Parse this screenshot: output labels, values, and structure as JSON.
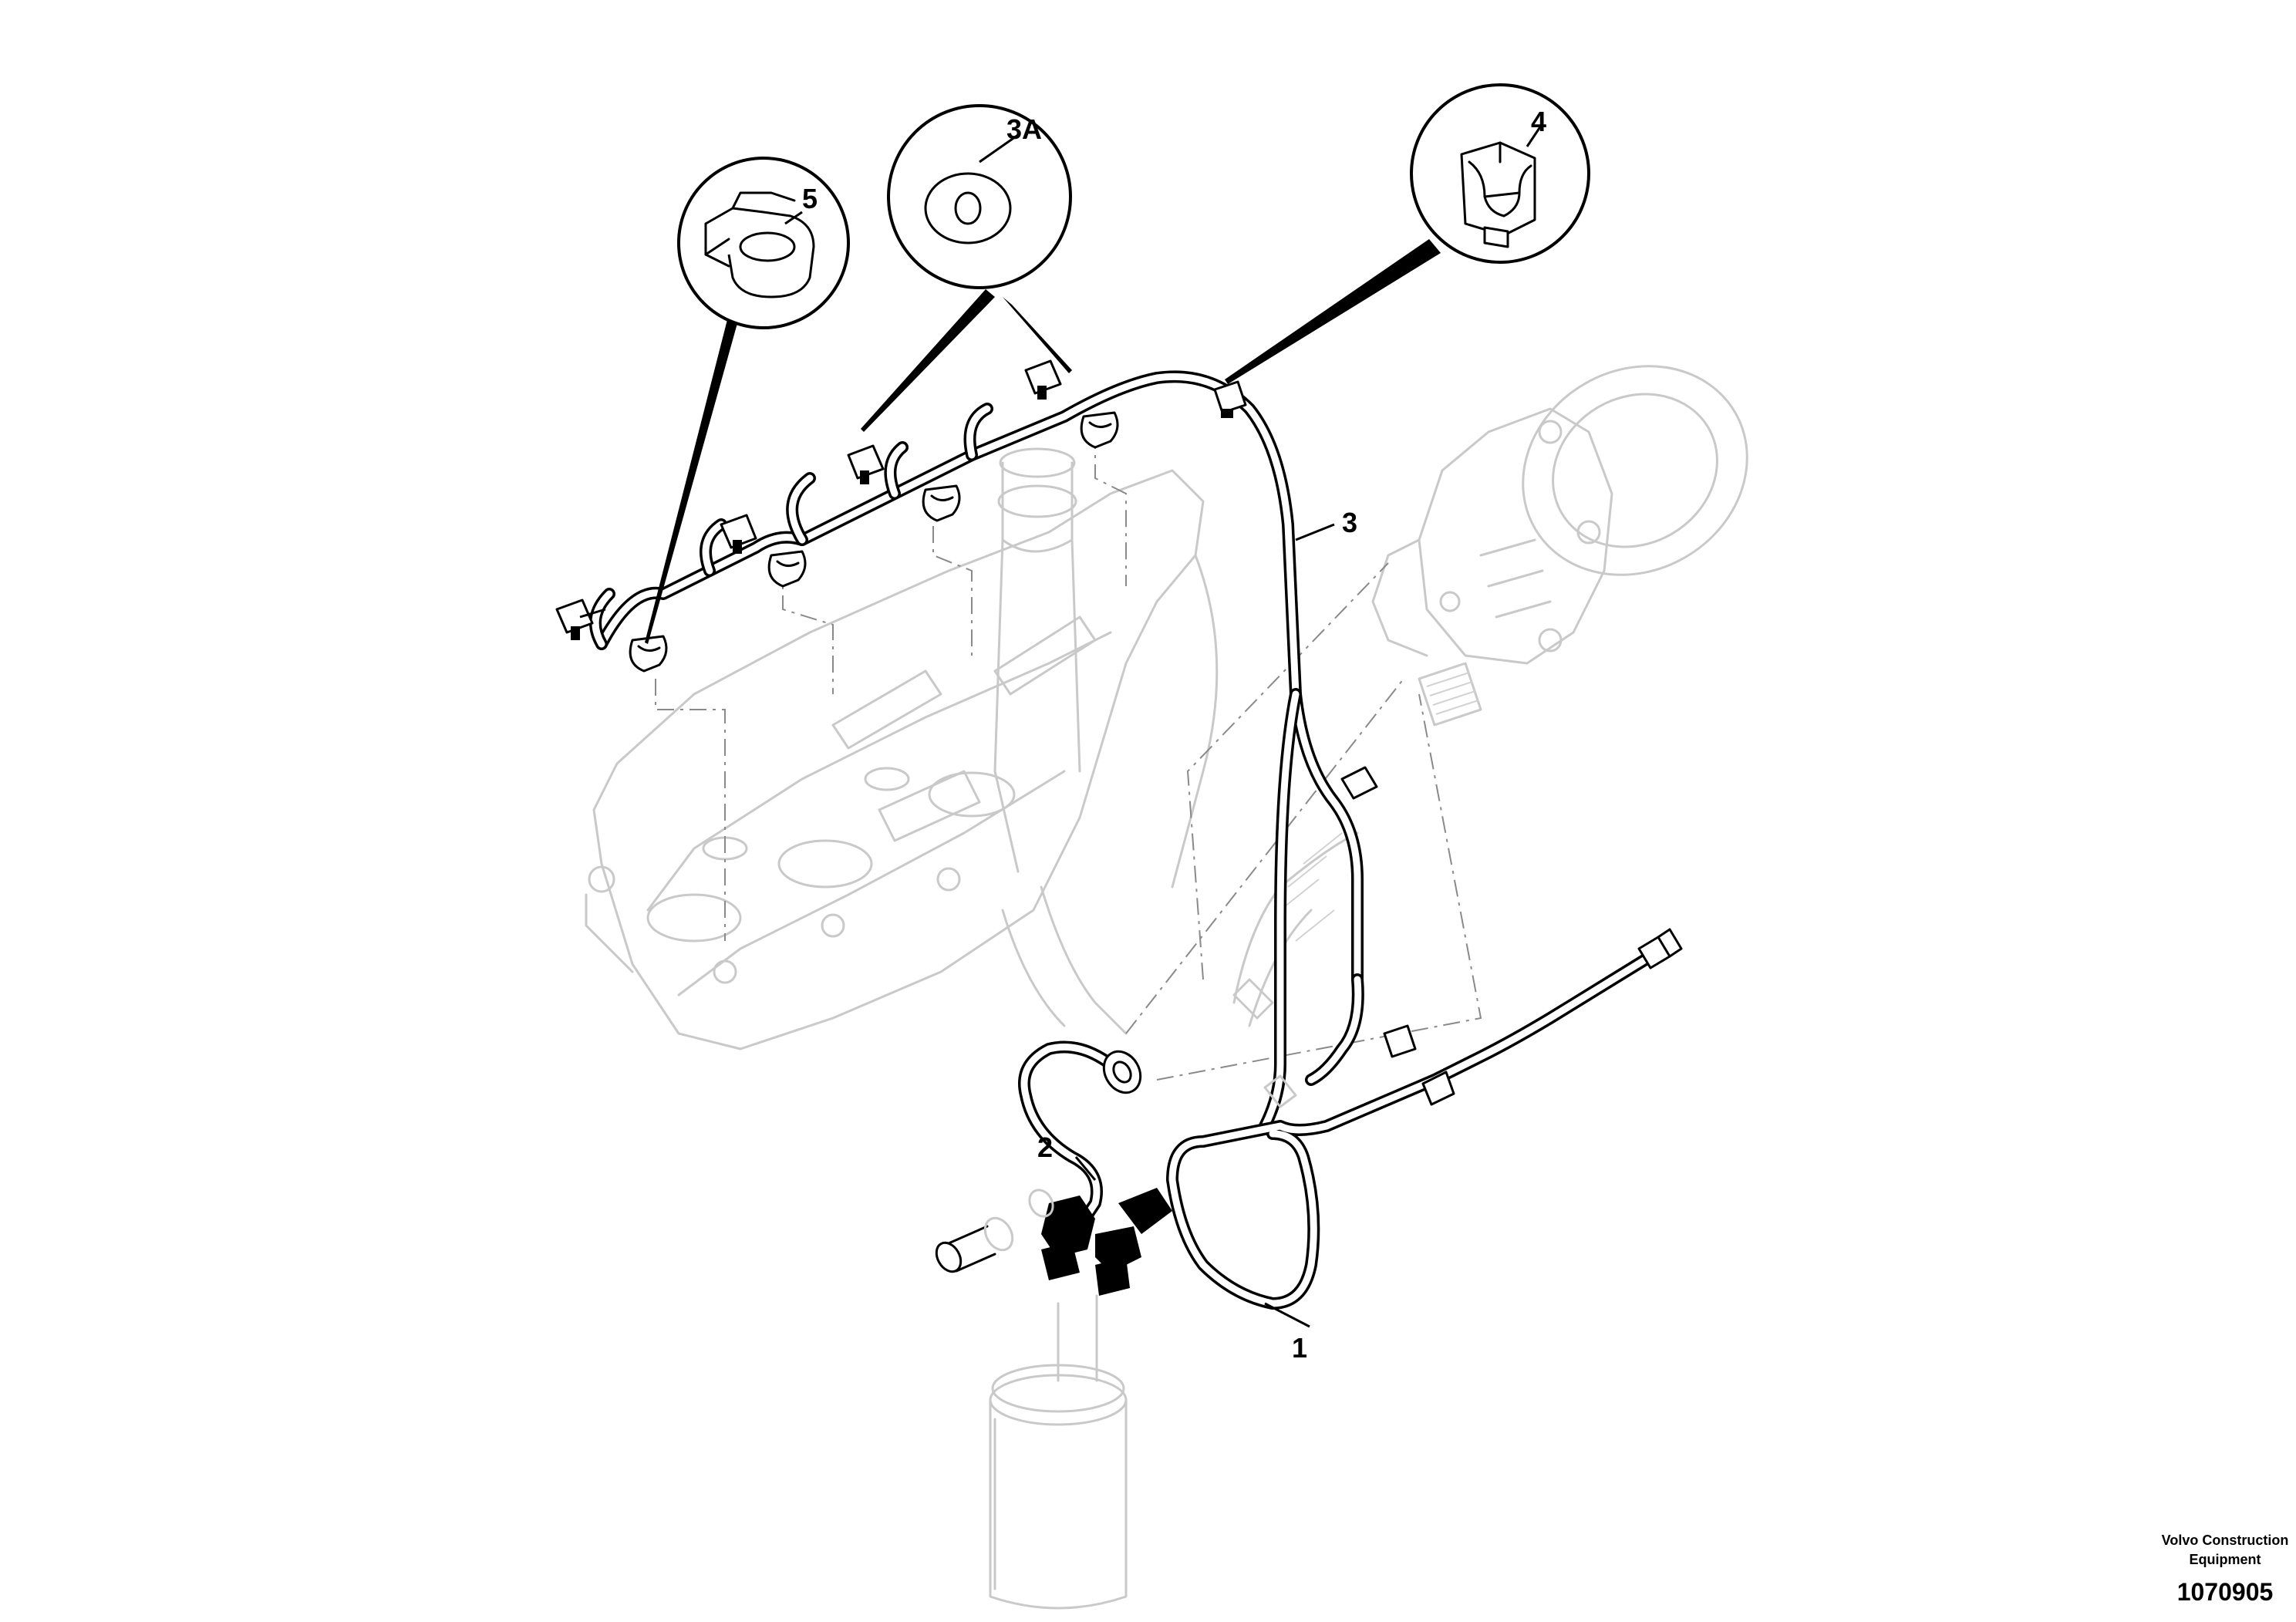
{
  "callouts": {
    "item_1": "1",
    "item_2": "2",
    "item_3": "3",
    "item_3a": "3A",
    "item_4": "4",
    "item_5": "5"
  },
  "footer": {
    "company_line1": "Volvo Construction",
    "company_line2": "Equipment",
    "figure_number": "1070905"
  },
  "colors": {
    "ink": "#000000",
    "ghost": "#c9c9c9",
    "background": "#ffffff"
  }
}
